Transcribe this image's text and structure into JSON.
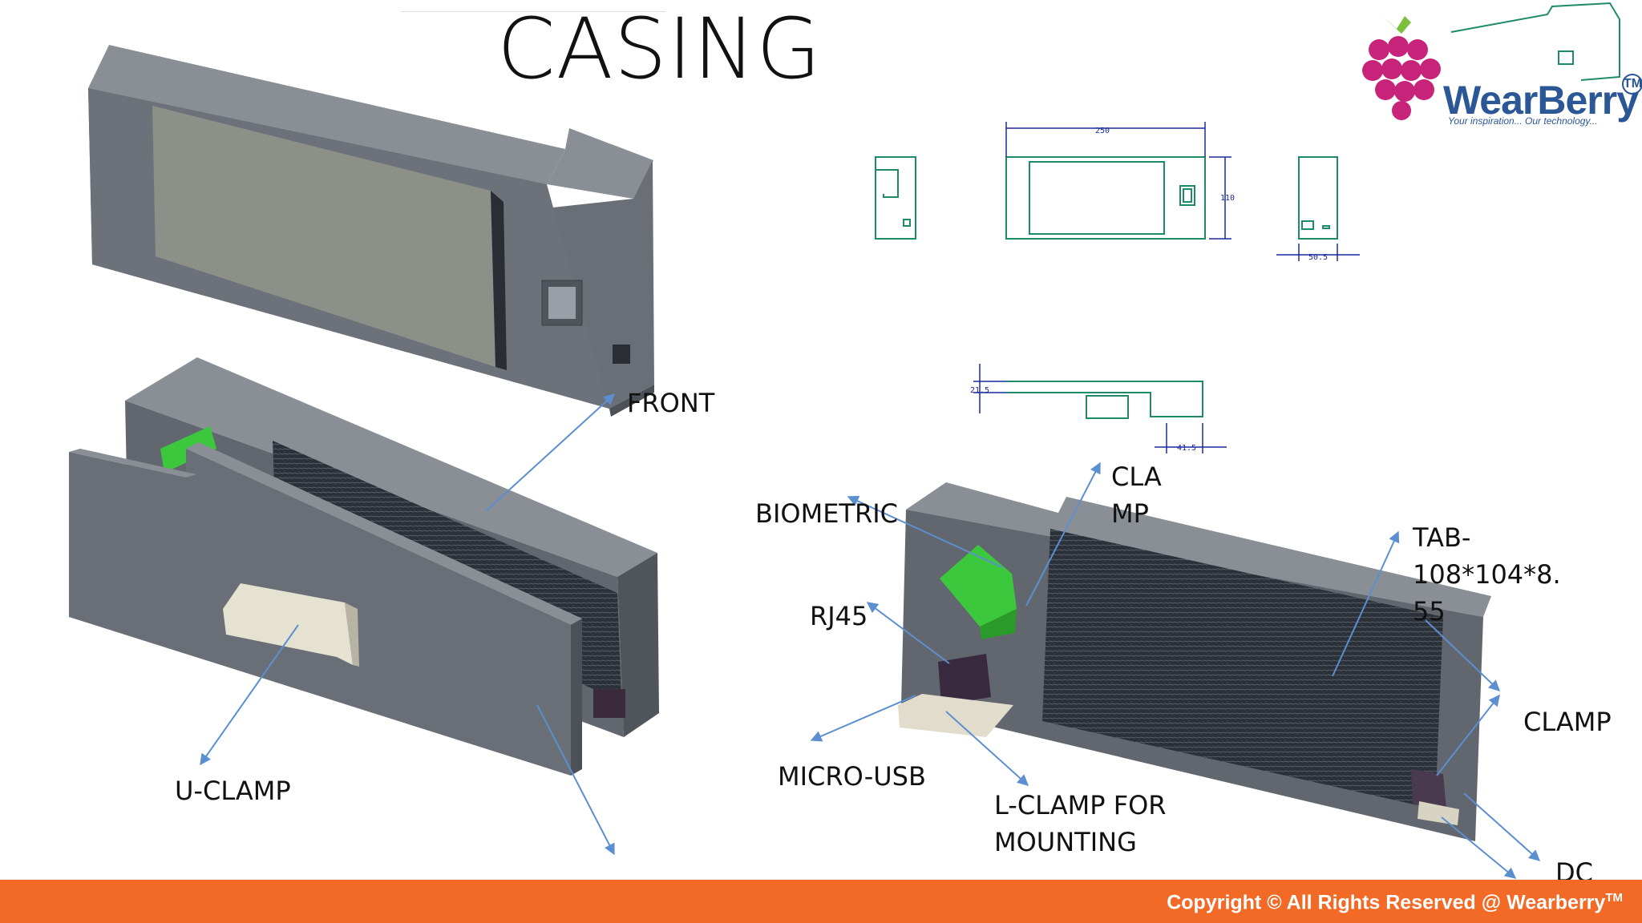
{
  "title": "CASING",
  "logo": {
    "name": "WearBerry",
    "tm": "TM",
    "tagline": "Your inspiration... Our technology..."
  },
  "drawing": {
    "dim_width": "250",
    "dim_height": "110",
    "dim_depth": "50.5",
    "dim_top": "21.5",
    "dim_offset": "41.5"
  },
  "labels": {
    "front": "FRONT",
    "u_clamp": "U-CLAMP",
    "biometric": "BIOMETRIC",
    "clamp_top_1": "CLA",
    "clamp_top_2": "MP",
    "rj45": "RJ45",
    "micro_usb": "MICRO-USB",
    "l_clamp_1": "L-CLAMP FOR",
    "l_clamp_2": "MOUNTING",
    "tab_1": "TAB-",
    "tab_2": "108*104*8.",
    "tab_3": "55",
    "clamp_right": "CLAMP",
    "dc": "DC"
  },
  "footer": {
    "copyright": "Copyright © All Rights Reserved @ Wearberry",
    "tm": "TM"
  },
  "colors": {
    "accent": "#F26A26",
    "casing": "#6f747b",
    "biometric": "#3cc83c",
    "arrow": "#5b8fd0",
    "drawing": "#1f8a6a"
  }
}
